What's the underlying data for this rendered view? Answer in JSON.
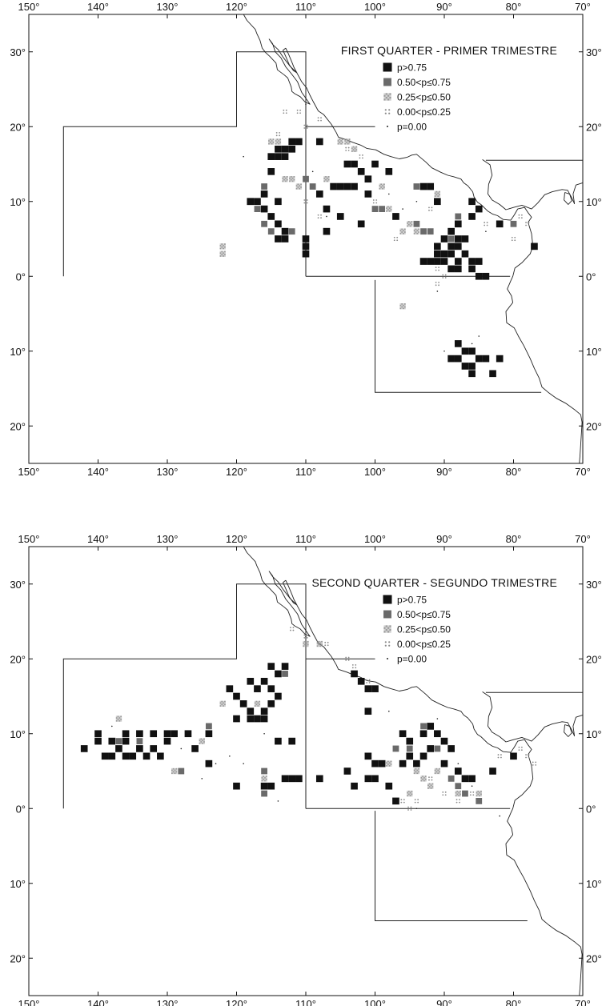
{
  "colors": {
    "p_gt_075": "#111111",
    "p_050_075": "#6a6a6a",
    "p_025_050": "#9a9a9a",
    "p_000_025": "#8a8a8a",
    "p_eq_000": "#222222",
    "coast": "#222222"
  },
  "axes": {
    "lon_ticks": [
      150,
      140,
      130,
      120,
      110,
      100,
      90,
      80,
      70
    ],
    "lat_ticks": [
      30,
      20,
      10,
      0,
      -10,
      -20
    ],
    "lon_labels": [
      "150°",
      "140°",
      "130°",
      "120°",
      "110°",
      "100°",
      "90°",
      "80°",
      "70°"
    ],
    "lat_labels": [
      "30°",
      "20°",
      "10°",
      "0°",
      "10°",
      "20°"
    ],
    "lon_range": [
      150,
      70
    ],
    "lat_range": [
      -25,
      35
    ]
  },
  "legend": [
    {
      "key": "gt075",
      "label": "p>0.75"
    },
    {
      "key": "m5075",
      "label": "0.50<p≤0.75"
    },
    {
      "key": "m2550",
      "label": "0.25<p≤0.50"
    },
    {
      "key": "m0025",
      "label": "0.00<p≤0.25"
    },
    {
      "key": "eq0",
      "label": "p=0.00"
    }
  ],
  "maps": [
    {
      "title": "FIRST QUARTER - PRIMER TRIMESTRE",
      "cells": {
        "gt075": [
          [
            118,
            10
          ],
          [
            117,
            10
          ],
          [
            116,
            9
          ],
          [
            115,
            8
          ],
          [
            114,
            7
          ],
          [
            113,
            6
          ],
          [
            114,
            5
          ],
          [
            113,
            5
          ],
          [
            115,
            16
          ],
          [
            114,
            17
          ],
          [
            113,
            17
          ],
          [
            112,
            17
          ],
          [
            113,
            16
          ],
          [
            114,
            16
          ],
          [
            111,
            18
          ],
          [
            112,
            18
          ],
          [
            108,
            18
          ],
          [
            115,
            14
          ],
          [
            118,
            10
          ],
          [
            116,
            11
          ],
          [
            114,
            10
          ],
          [
            110,
            4
          ],
          [
            110,
            3
          ],
          [
            110,
            5
          ],
          [
            108,
            11
          ],
          [
            107,
            9
          ],
          [
            106,
            12
          ],
          [
            105,
            12
          ],
          [
            104,
            12
          ],
          [
            103,
            12
          ],
          [
            104,
            15
          ],
          [
            103,
            15
          ],
          [
            102,
            14
          ],
          [
            101,
            13
          ],
          [
            101,
            11
          ],
          [
            100,
            15
          ],
          [
            98,
            14
          ],
          [
            107,
            6
          ],
          [
            102,
            7
          ],
          [
            105,
            8
          ],
          [
            97,
            8
          ],
          [
            93,
            12
          ],
          [
            92,
            12
          ],
          [
            91,
            10
          ],
          [
            86,
            10
          ],
          [
            85,
            9
          ],
          [
            86,
            8
          ],
          [
            88,
            7
          ],
          [
            89,
            6
          ],
          [
            90,
            5
          ],
          [
            88,
            5
          ],
          [
            87,
            5
          ],
          [
            88,
            4
          ],
          [
            89,
            4
          ],
          [
            91,
            4
          ],
          [
            90,
            3
          ],
          [
            89,
            3
          ],
          [
            87,
            3
          ],
          [
            86,
            2
          ],
          [
            85,
            2
          ],
          [
            88,
            2
          ],
          [
            90,
            2
          ],
          [
            91,
            2
          ],
          [
            92,
            2
          ],
          [
            93,
            2
          ],
          [
            91,
            3
          ],
          [
            89,
            1
          ],
          [
            88,
            1
          ],
          [
            86,
            1
          ],
          [
            85,
            0
          ],
          [
            84,
            0
          ],
          [
            82,
            7
          ],
          [
            77,
            4
          ],
          [
            89,
            -11
          ],
          [
            88,
            -11
          ],
          [
            87,
            -10
          ],
          [
            87,
            -12
          ],
          [
            86,
            -12
          ],
          [
            85,
            -11
          ],
          [
            84,
            -11
          ],
          [
            86,
            -10
          ],
          [
            88,
            -9
          ],
          [
            83,
            -13
          ],
          [
            82,
            -11
          ],
          [
            86,
            -13
          ]
        ],
        "m5075": [
          [
            116,
            12
          ],
          [
            117,
            9
          ],
          [
            116,
            7
          ],
          [
            115,
            6
          ],
          [
            112,
            6
          ],
          [
            110,
            13
          ],
          [
            109,
            12
          ],
          [
            104,
            12
          ],
          [
            100,
            9
          ],
          [
            99,
            9
          ],
          [
            94,
            7
          ],
          [
            93,
            6
          ],
          [
            92,
            6
          ],
          [
            94,
            12
          ],
          [
            88,
            8
          ],
          [
            89,
            5
          ],
          [
            80,
            7
          ]
        ],
        "m2550": [
          [
            122,
            4
          ],
          [
            122,
            3
          ],
          [
            115,
            18
          ],
          [
            114,
            18
          ],
          [
            113,
            13
          ],
          [
            112,
            13
          ],
          [
            111,
            12
          ],
          [
            107,
            13
          ],
          [
            105,
            18
          ],
          [
            104,
            18
          ],
          [
            103,
            17
          ],
          [
            99,
            12
          ],
          [
            98,
            9
          ],
          [
            97,
            8
          ],
          [
            96,
            6
          ],
          [
            95,
            7
          ],
          [
            94,
            6
          ],
          [
            92,
            12
          ],
          [
            91,
            11
          ],
          [
            96,
            -4
          ]
        ],
        "m0025": [
          [
            113,
            22
          ],
          [
            111,
            22
          ],
          [
            110,
            20
          ],
          [
            114,
            19
          ],
          [
            108,
            21
          ],
          [
            104,
            17
          ],
          [
            102,
            16
          ],
          [
            110,
            10
          ],
          [
            108,
            8
          ],
          [
            100,
            10
          ],
          [
            97,
            5
          ],
          [
            92,
            9
          ],
          [
            91,
            1
          ],
          [
            90,
            0
          ],
          [
            84,
            7
          ],
          [
            80,
            5
          ],
          [
            79,
            8
          ],
          [
            78,
            7
          ],
          [
            91,
            -1
          ],
          [
            88,
            -9
          ]
        ],
        "eq0": [
          [
            119,
            16
          ],
          [
            110,
            23
          ],
          [
            109,
            14
          ],
          [
            107,
            8
          ],
          [
            98,
            11
          ],
          [
            96,
            9
          ],
          [
            94,
            10
          ],
          [
            91,
            -2
          ],
          [
            90,
            -10
          ],
          [
            86,
            -9
          ],
          [
            85,
            -8
          ],
          [
            84,
            6
          ]
        ]
      }
    },
    {
      "title": "SECOND QUARTER - SEGUNDO TRIMESTRE",
      "cells": {
        "gt075": [
          [
            142,
            8
          ],
          [
            140,
            9
          ],
          [
            139,
            7
          ],
          [
            138,
            7
          ],
          [
            137,
            8
          ],
          [
            136,
            7
          ],
          [
            135,
            7
          ],
          [
            134,
            8
          ],
          [
            133,
            7
          ],
          [
            132,
            8
          ],
          [
            131,
            7
          ],
          [
            130,
            9
          ],
          [
            129,
            10
          ],
          [
            130,
            10
          ],
          [
            127,
            10
          ],
          [
            126,
            8
          ],
          [
            124,
            10
          ],
          [
            124,
            6
          ],
          [
            121,
            16
          ],
          [
            120,
            15
          ],
          [
            119,
            14
          ],
          [
            118,
            13
          ],
          [
            117,
            12
          ],
          [
            116,
            13
          ],
          [
            115,
            14
          ],
          [
            114,
            15
          ],
          [
            115,
            16
          ],
          [
            116,
            17
          ],
          [
            114,
            18
          ],
          [
            115,
            19
          ],
          [
            113,
            19
          ],
          [
            118,
            17
          ],
          [
            117,
            16
          ],
          [
            120,
            12
          ],
          [
            118,
            12
          ],
          [
            116,
            12
          ],
          [
            114,
            9
          ],
          [
            112,
            9
          ],
          [
            113,
            4
          ],
          [
            112,
            4
          ],
          [
            111,
            4
          ],
          [
            120,
            3
          ],
          [
            108,
            4
          ],
          [
            104,
            5
          ],
          [
            103,
            3
          ],
          [
            101,
            7
          ],
          [
            100,
            6
          ],
          [
            99,
            6
          ],
          [
            101,
            4
          ],
          [
            100,
            4
          ],
          [
            98,
            3
          ],
          [
            97,
            1
          ],
          [
            103,
            18
          ],
          [
            102,
            17
          ],
          [
            101,
            16
          ],
          [
            100,
            16
          ],
          [
            101,
            13
          ],
          [
            96,
            10
          ],
          [
            95,
            9
          ],
          [
            96,
            6
          ],
          [
            95,
            7
          ],
          [
            94,
            6
          ],
          [
            93,
            7
          ],
          [
            92,
            8
          ],
          [
            93,
            10
          ],
          [
            92,
            11
          ],
          [
            91,
            10
          ],
          [
            90,
            9
          ],
          [
            89,
            8
          ],
          [
            90,
            6
          ],
          [
            88,
            5
          ],
          [
            87,
            4
          ],
          [
            86,
            4
          ],
          [
            83,
            5
          ],
          [
            80,
            7
          ],
          [
            140,
            10
          ],
          [
            136,
            10
          ],
          [
            134,
            10
          ],
          [
            132,
            10
          ],
          [
            138,
            9
          ],
          [
            136,
            9
          ],
          [
            116,
            3
          ],
          [
            115,
            3
          ]
        ],
        "m5075": [
          [
            137,
            9
          ],
          [
            134,
            9
          ],
          [
            128,
            5
          ],
          [
            124,
            11
          ],
          [
            119,
            14
          ],
          [
            116,
            5
          ],
          [
            116,
            2
          ],
          [
            114,
            18
          ],
          [
            113,
            18
          ],
          [
            97,
            8
          ],
          [
            95,
            8
          ],
          [
            93,
            11
          ],
          [
            91,
            8
          ],
          [
            89,
            4
          ],
          [
            88,
            3
          ],
          [
            87,
            2
          ],
          [
            85,
            1
          ]
        ],
        "m2550": [
          [
            137,
            12
          ],
          [
            129,
            5
          ],
          [
            125,
            9
          ],
          [
            122,
            14
          ],
          [
            117,
            14
          ],
          [
            116,
            4
          ],
          [
            110,
            22
          ],
          [
            108,
            22
          ],
          [
            98,
            6
          ],
          [
            95,
            2
          ],
          [
            94,
            5
          ],
          [
            93,
            4
          ],
          [
            92,
            3
          ],
          [
            91,
            5
          ],
          [
            90,
            6
          ],
          [
            88,
            2
          ],
          [
            85,
            2
          ]
        ],
        "m0025": [
          [
            112,
            24
          ],
          [
            110,
            23
          ],
          [
            107,
            22
          ],
          [
            104,
            20
          ],
          [
            103,
            19
          ],
          [
            101,
            17
          ],
          [
            96,
            10
          ],
          [
            92,
            4
          ],
          [
            90,
            2
          ],
          [
            88,
            1
          ],
          [
            86,
            2
          ],
          [
            82,
            7
          ],
          [
            79,
            8
          ],
          [
            78,
            7
          ],
          [
            77,
            6
          ],
          [
            96,
            1
          ],
          [
            95,
            0
          ],
          [
            94,
            1
          ]
        ],
        "eq0": [
          [
            138,
            11
          ],
          [
            128,
            8
          ],
          [
            125,
            4
          ],
          [
            123,
            6
          ],
          [
            121,
            7
          ],
          [
            119,
            6
          ],
          [
            116,
            10
          ],
          [
            114,
            1
          ],
          [
            110,
            23
          ],
          [
            101,
            7
          ],
          [
            98,
            13
          ],
          [
            94,
            0
          ],
          [
            91,
            12
          ],
          [
            88,
            6
          ],
          [
            86,
            3
          ],
          [
            82,
            -1
          ]
        ]
      }
    }
  ]
}
